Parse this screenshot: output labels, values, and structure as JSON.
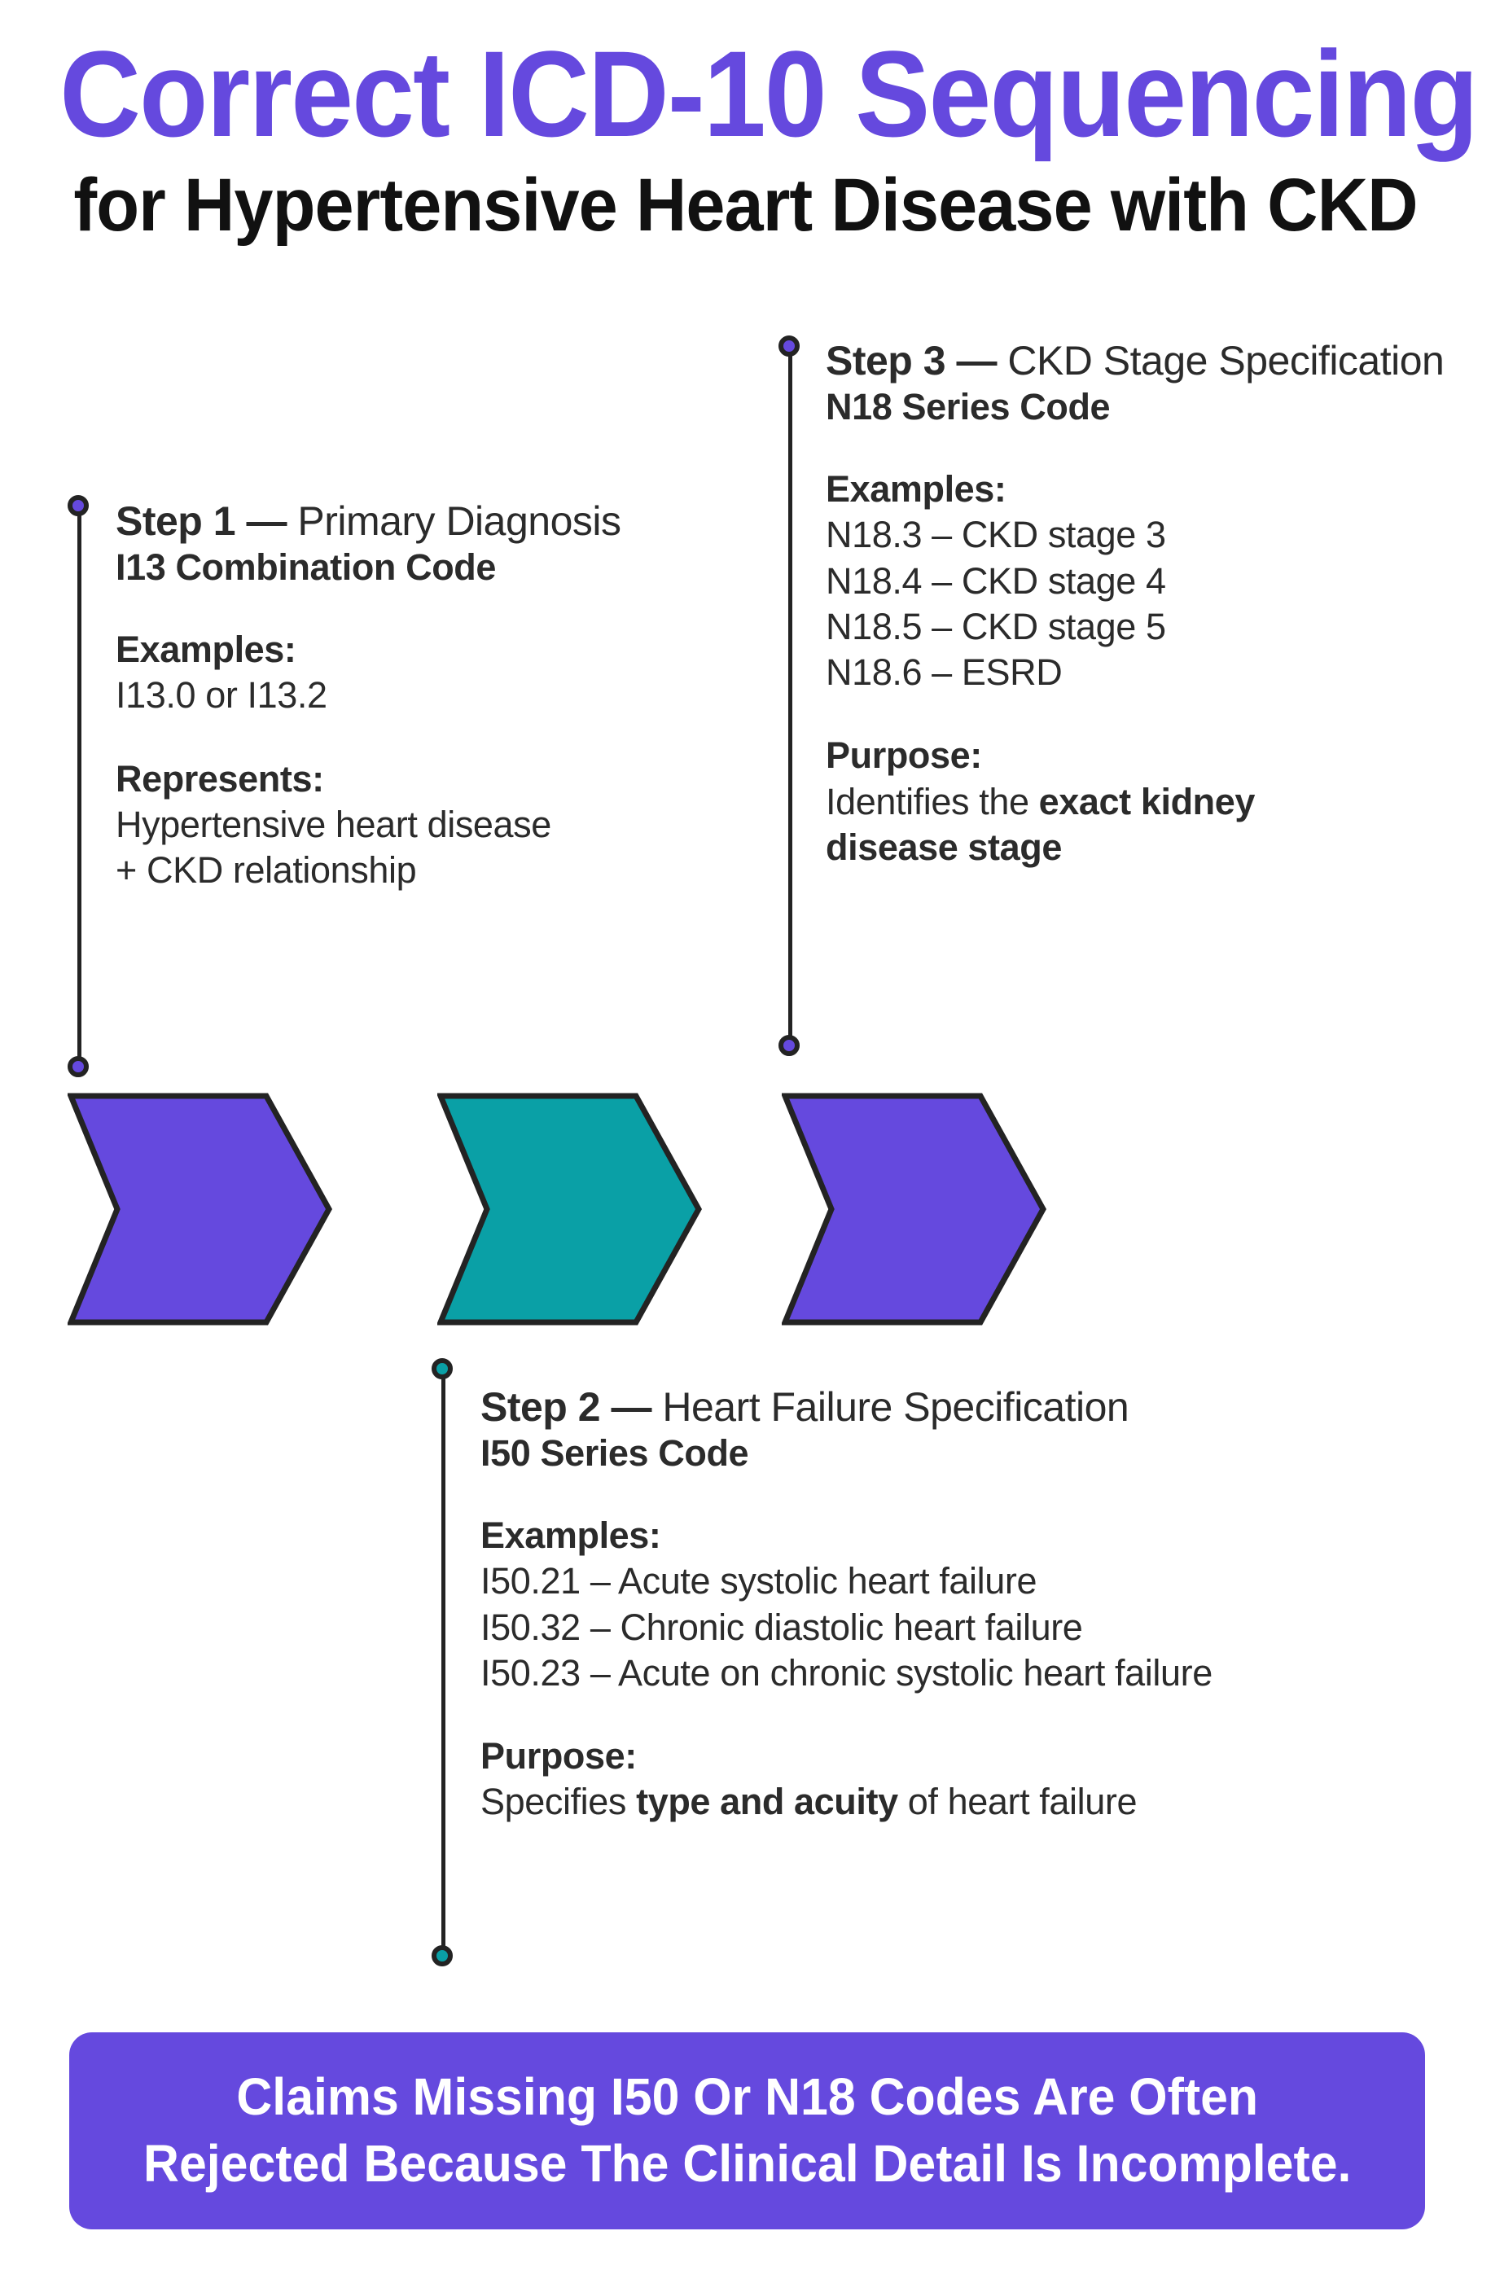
{
  "header": {
    "title_main": "Correct ICD-10 Sequencing",
    "title_sub": "for Hypertensive Heart Disease with CKD"
  },
  "colors": {
    "purple": "#6549DE",
    "teal": "#0AA0A6",
    "text": "#2B2B2B",
    "rail": "#232323",
    "banner_bg": "#6549DE",
    "banner_text": "#FFFFFF",
    "background": "#FFFFFF"
  },
  "steps": [
    {
      "id": "step-1",
      "label_bold": "Step 1 —",
      "label_rest": " Primary Diagnosis",
      "code": "I13 Combination Code",
      "accent": "purple",
      "examples_label": "Examples:",
      "examples": [
        "I13.0 or I13.2"
      ],
      "purpose_label": "Represents:",
      "purpose_lines": [
        "Hypertensive heart disease",
        "+ CKD relationship"
      ]
    },
    {
      "id": "step-2",
      "label_bold": "Step 2 —",
      "label_rest": " Heart Failure Specification",
      "code": "I50 Series Code",
      "accent": "teal",
      "examples_label": "Examples:",
      "examples": [
        "I50.21 – Acute systolic heart failure",
        "I50.32 – Chronic diastolic heart failure",
        "I50.23 – Acute on chronic systolic heart failure"
      ],
      "purpose_label": "Purpose:",
      "purpose_pre": "Specifies ",
      "purpose_bold": "type and acuity",
      "purpose_post": " of heart failure"
    },
    {
      "id": "step-3",
      "label_bold": "Step 3 —",
      "label_rest": " CKD Stage Specification",
      "code": "N18 Series Code",
      "accent": "purple",
      "examples_label": "Examples:",
      "examples": [
        "N18.3 – CKD stage 3",
        "N18.4 – CKD stage 4",
        "N18.5 – CKD stage 5",
        "N18.6 – ESRD"
      ],
      "purpose_label": "Purpose:",
      "purpose_pre": "Identifies the ",
      "purpose_bold": "exact kidney disease stage",
      "purpose_post": ""
    }
  ],
  "arrows": [
    {
      "name": "chevron-arrow-1",
      "fill": "#6549DE"
    },
    {
      "name": "chevron-arrow-2",
      "fill": "#0AA0A6"
    },
    {
      "name": "chevron-arrow-3",
      "fill": "#6549DE"
    }
  ],
  "banner": {
    "line1": "Claims Missing I50 Or N18 Codes Are Often",
    "line2": "Rejected Because The Clinical Detail Is Incomplete."
  }
}
